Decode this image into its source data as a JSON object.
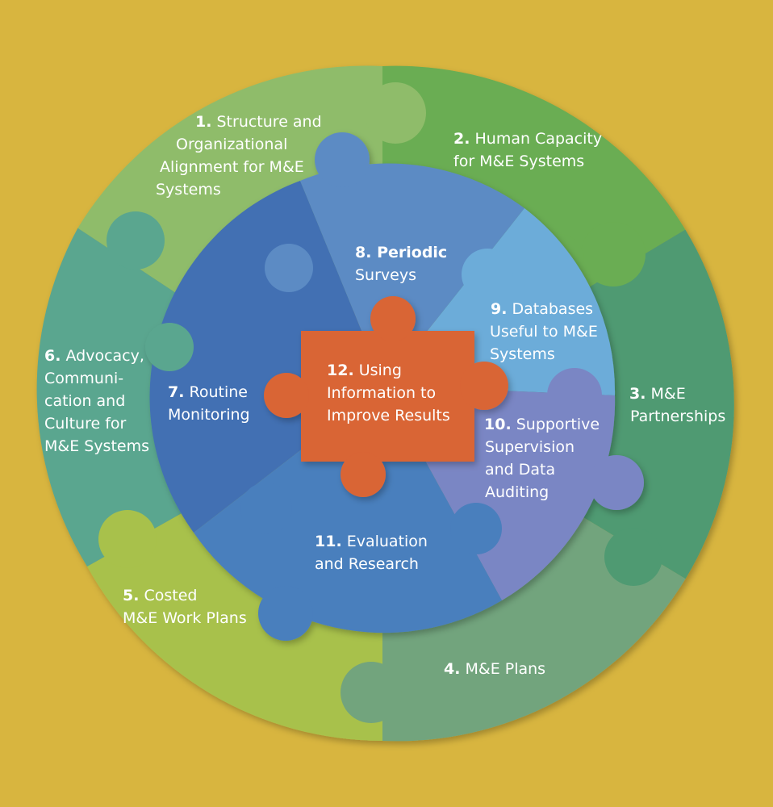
{
  "colors": {
    "background": "#d8b53f",
    "p1": "#8fbc6b",
    "p2": "#6aad52",
    "p3": "#4f9a72",
    "p4": "#72a47d",
    "p5": "#a8c14b",
    "p6": "#5aa68f",
    "p7": "#4270b3",
    "p8": "#5b8bc4",
    "p9": "#6cacd9",
    "p10": "#7a86c4",
    "p11": "#4a7fbd",
    "p12": "#d96536"
  },
  "components": [
    {
      "id": "p1",
      "number": "1.",
      "lines": [
        "Structure and",
        "Organizational",
        "Alignment for M&E",
        "Systems"
      ]
    },
    {
      "id": "p2",
      "number": "2.",
      "lines": [
        "Human Capacity",
        "for M&E Systems"
      ]
    },
    {
      "id": "p3",
      "number": "3.",
      "lines": [
        "M&E",
        "Partnerships"
      ]
    },
    {
      "id": "p4",
      "number": "4.",
      "lines": [
        "M&E Plans"
      ]
    },
    {
      "id": "p5",
      "number": "5.",
      "lines": [
        "Costed",
        "M&E Work Plans"
      ]
    },
    {
      "id": "p6",
      "number": "6.",
      "lines": [
        "Advocacy,",
        "Communi-",
        "cation and",
        "Culture for",
        "M&E Systems"
      ]
    },
    {
      "id": "p7",
      "number": "7.",
      "lines": [
        "Routine",
        "Monitoring"
      ]
    },
    {
      "id": "p8",
      "number": "8.",
      "lines": [
        "Periodic",
        "Surveys"
      ]
    },
    {
      "id": "p9",
      "number": "9.",
      "lines": [
        "Databases",
        "Useful to M&E",
        "Systems"
      ]
    },
    {
      "id": "p10",
      "number": "10.",
      "lines": [
        "Supportive",
        "Supervision",
        "and Data",
        "Auditing"
      ]
    },
    {
      "id": "p11",
      "number": "11.",
      "lines": [
        "Evaluation",
        "and Research"
      ]
    },
    {
      "id": "p12",
      "number": "12.",
      "lines": [
        "Using",
        "Information to",
        "Improve Results"
      ]
    }
  ]
}
